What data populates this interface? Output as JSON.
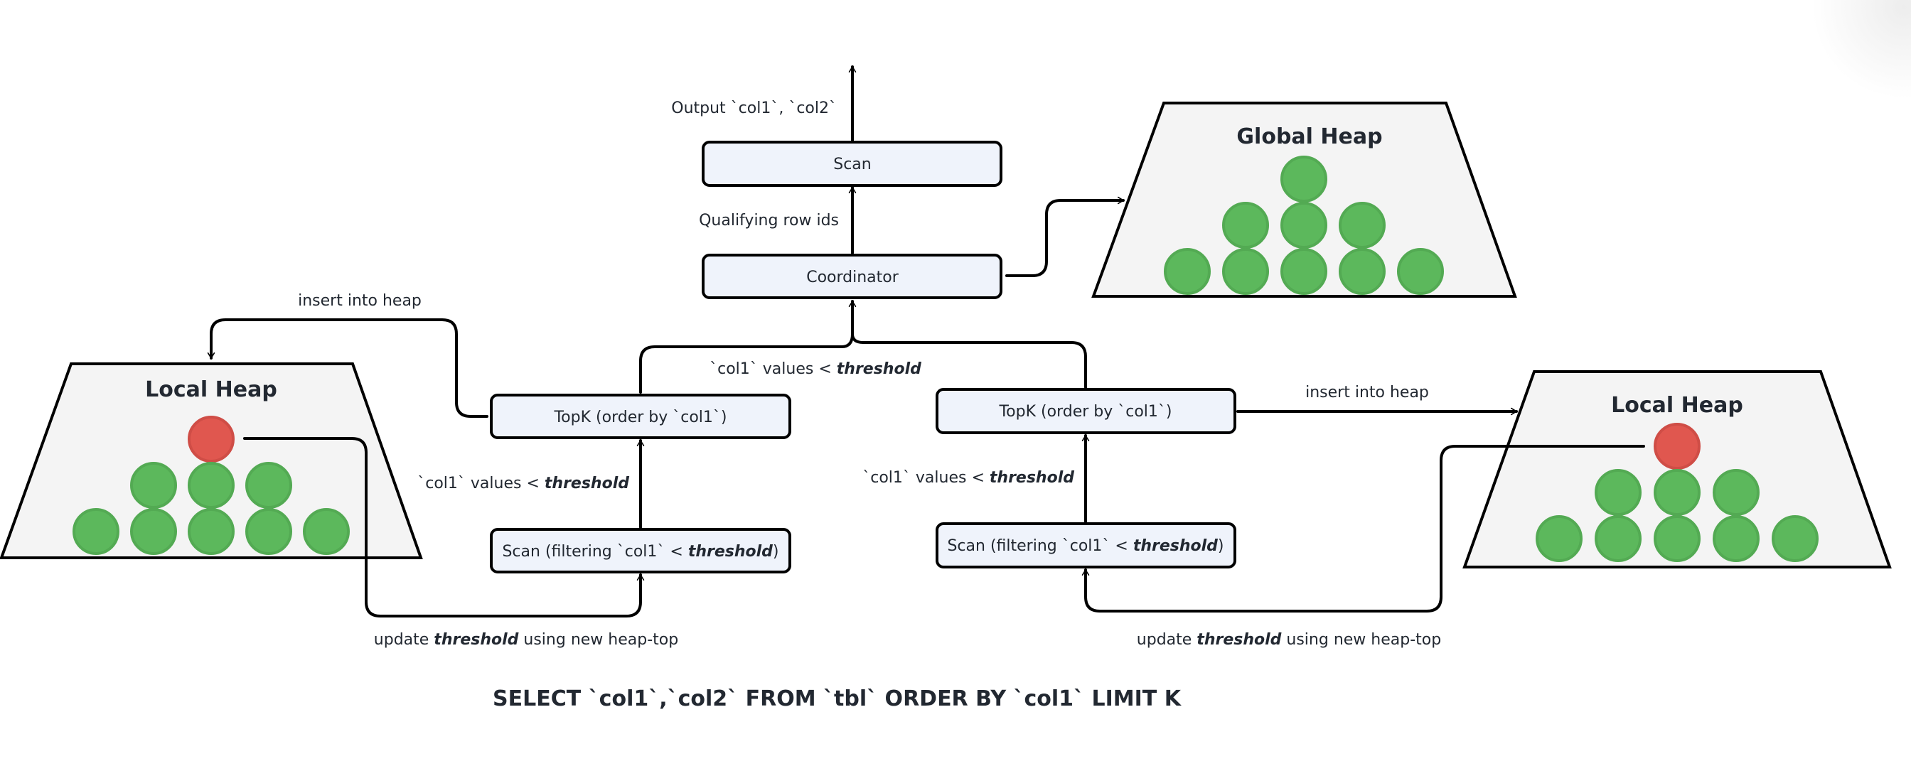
{
  "diagram": {
    "query": "SELECT `col1`,`col2` FROM `tbl` ORDER BY `col1` LIMIT K",
    "colors": {
      "box_fill": "#eff3fb",
      "heap_fill": "#f4f4f4",
      "node_green": "#5cb85c",
      "node_red": "#e0574f",
      "stroke": "#000000"
    },
    "operators": {
      "scan_top": "Scan",
      "coordinator": "Coordinator",
      "topk_left": "TopK (order by `col1`)",
      "topk_right": "TopK (order by `col1`)",
      "scan_left": {
        "prefix": "Scan (filtering `col1` < ",
        "emphasis": "threshold",
        "suffix": ")"
      },
      "scan_right": {
        "prefix": "Scan (filtering `col1` < ",
        "emphasis": "threshold",
        "suffix": ")"
      }
    },
    "heaps": {
      "global": {
        "title": "Global Heap",
        "rows": [
          1,
          3,
          5
        ],
        "top_node": "green"
      },
      "local_left": {
        "title": "Local Heap",
        "rows": [
          1,
          3,
          5
        ],
        "top_node": "red"
      },
      "local_right": {
        "title": "Local Heap",
        "rows": [
          1,
          3,
          5
        ],
        "top_node": "red"
      }
    },
    "edge_labels": {
      "output": "Output `col1`, `col2`",
      "qualifying": "Qualifying row ids",
      "merge": {
        "prefix": "`col1` values < ",
        "emphasis": "threshold"
      },
      "left_filter": {
        "prefix": "`col1` values < ",
        "emphasis": "threshold"
      },
      "right_filter": {
        "prefix": "`col1` values < ",
        "emphasis": "threshold"
      },
      "insert_left": "insert into heap",
      "insert_right": "insert into heap",
      "update_left": {
        "prefix": "update ",
        "emphasis": "threshold",
        "suffix": " using new heap-top"
      },
      "update_right": {
        "prefix": "update ",
        "emphasis": "threshold",
        "suffix": " using new heap-top"
      }
    }
  }
}
